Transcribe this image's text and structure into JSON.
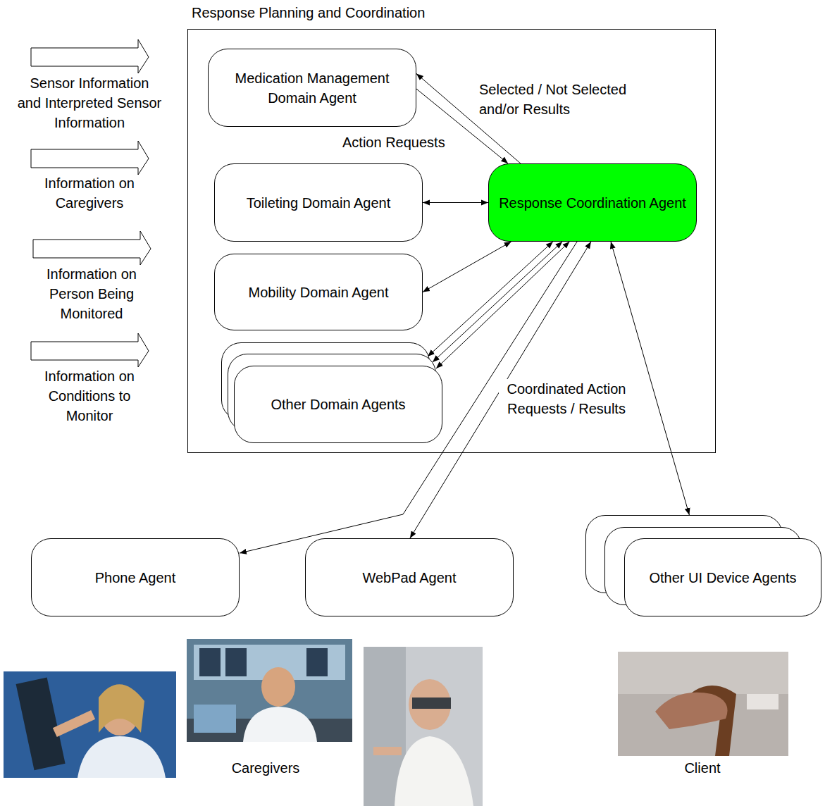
{
  "diagram": {
    "nodes": [
      {
        "text": [
          "Response Planning and Coordination"
        ]
      },
      {
        "text": [
          "Medication Management Domain Agent"
        ],
        "in": 0
      },
      {
        "text": [
          "Toileting Domain Agent"
        ],
        "in": 0
      },
      {
        "text": [
          "Mobility Domain Agent"
        ],
        "in": 0
      },
      {
        "text": [
          "Other Domain Agents"
        ],
        "in": 0
      },
      {
        "text": [
          "Response Coordination Agent"
        ],
        "in": 0
      },
      {
        "text": [
          "Phone Agent"
        ]
      },
      {
        "text": [
          "WebPad Agent"
        ]
      },
      {
        "text": [
          "Other UI Device Agents"
        ]
      }
    ],
    "edges": [
      {
        "from": 5,
        "to": 1,
        "arrow": "to",
        "label": "Selected / Not Selected and/or Results"
      },
      {
        "from": 1,
        "to": 5,
        "arrow": "to",
        "label": "Action Requests"
      },
      {
        "from": 2,
        "to": 5,
        "arrow": "both"
      },
      {
        "from": 3,
        "to": 5,
        "arrow": "both"
      },
      {
        "from": 4,
        "to": 5,
        "arrow": "both"
      },
      {
        "from": 4,
        "to": 5,
        "arrow": "both"
      },
      {
        "from": 4,
        "to": 5,
        "arrow": "both"
      },
      {
        "from": 5,
        "to": 6,
        "arrow": "to"
      },
      {
        "from": 5,
        "to": 7,
        "arrow": "both",
        "label": "Coordinated Action Requests / Results"
      },
      {
        "from": 5,
        "to": 8,
        "arrow": "both"
      }
    ],
    "labels": [
      "Sensor Information and Interpreted Sensor Information",
      "Information on Caregivers",
      "Information on Person Being Monitored",
      "Information on Conditions to Monitor",
      "Caregivers",
      "Client"
    ]
  }
}
